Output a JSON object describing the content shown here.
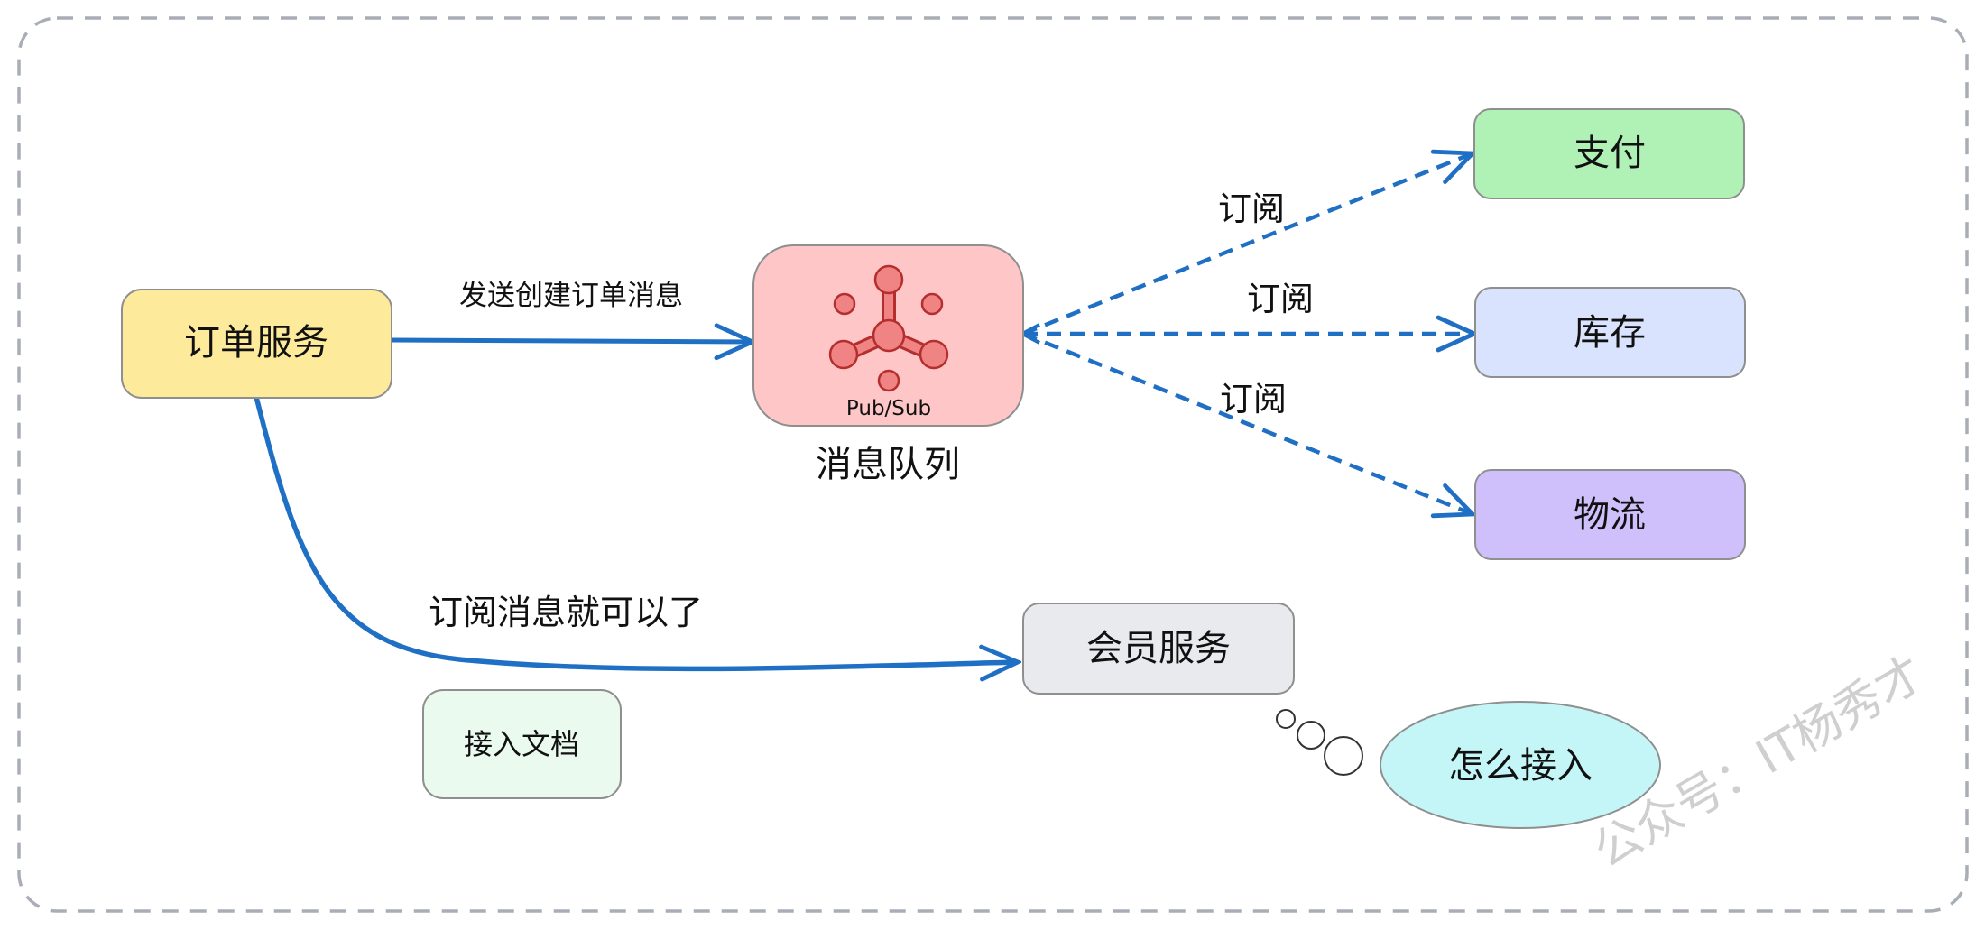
{
  "nodes": {
    "order_service": {
      "label": "订单服务",
      "fill": "#fdeb9b",
      "stroke": "#8f8f8f"
    },
    "message_queue": {
      "label": "消息队列",
      "badge": "Pub/Sub",
      "fill": "#fec6c6",
      "stroke": "#8f8f8f",
      "icon_color": "#f08484",
      "icon_stroke": "#b52e2e"
    },
    "payment": {
      "label": "支付",
      "fill": "#b0f2b6",
      "stroke": "#8f8f8f"
    },
    "inventory": {
      "label": "库存",
      "fill": "#dae3fd",
      "stroke": "#8f8f8f"
    },
    "logistics": {
      "label": "物流",
      "fill": "#cfc0fc",
      "stroke": "#8f8f8f"
    },
    "member_service": {
      "label": "会员服务",
      "fill": "#e8eaed",
      "stroke": "#8f8f8f"
    },
    "access_doc": {
      "label": "接入文档",
      "fill": "#ebfaee",
      "stroke": "#8f8f8f"
    },
    "how_to_access": {
      "label": "怎么接入",
      "fill": "#c4f6f8",
      "stroke": "#8f8f8f"
    }
  },
  "edges": {
    "send_order_msg": {
      "label": "发送创建订单消息"
    },
    "subscribe_payment": {
      "label": "订阅"
    },
    "subscribe_inventory": {
      "label": "订阅"
    },
    "subscribe_logistics": {
      "label": "订阅"
    },
    "subscribe_member": {
      "label": "订阅消息就可以了"
    }
  },
  "watermark": "公众号：IT杨秀才",
  "colors": {
    "arrow": "#1f6fc5",
    "frame": "#a9aeb6",
    "watermark": "#cfcfcf"
  }
}
